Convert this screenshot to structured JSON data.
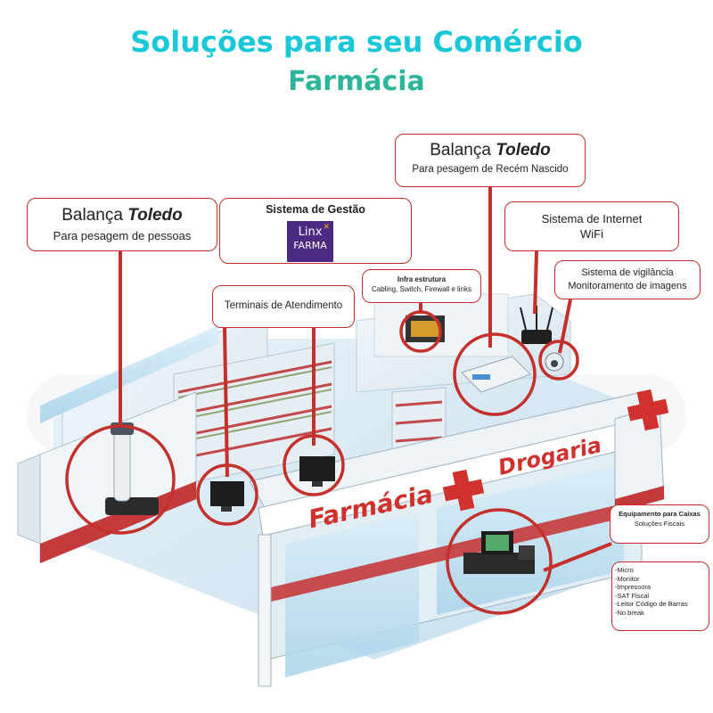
{
  "header": {
    "title": "Soluções para seu Comércio",
    "subtitle": "Farmácia"
  },
  "callouts": {
    "toledo_pessoas": {
      "line1": "Balança",
      "brand": "Toledo",
      "line2": "Para pesagem de pessoas"
    },
    "sistema_gestao": {
      "title": "Sistema de Gestão",
      "logo_line1": "Linx",
      "logo_line2": "FARMA"
    },
    "toledo_recem": {
      "line1": "Balança",
      "brand": "Toledo",
      "line2": "Para pesagem de Recém Nascido"
    },
    "internet": {
      "line1": "Sistema de Internet",
      "line2": "WiFi"
    },
    "vigilancia": {
      "line1": "Sistema de vigilância",
      "line2": "Monitoramento de imagens"
    },
    "infra": {
      "title": "Infra estrutura",
      "line2": "Cabling, Switch, Firewall e links"
    },
    "terminais": {
      "line1": "Terminais de Atendimento"
    },
    "caixas": {
      "title": "Equipamento para Caixas",
      "line2": "Soluções Fiscais"
    },
    "caixas_itens": [
      "-Micro",
      "-Monitor",
      "-Impressora",
      "-SAT Fiscal",
      "-Leitor Código de Barras",
      "-No break"
    ]
  },
  "storefront": {
    "sign_left": "Farmácia",
    "sign_right": "Drogaria"
  },
  "colors": {
    "accent_red": "#c4302b",
    "title_cyan": "#19c8d8",
    "title_teal": "#2bb59a",
    "glass_blue": "#bfe0f2",
    "linx_purple": "#4b2a82"
  }
}
